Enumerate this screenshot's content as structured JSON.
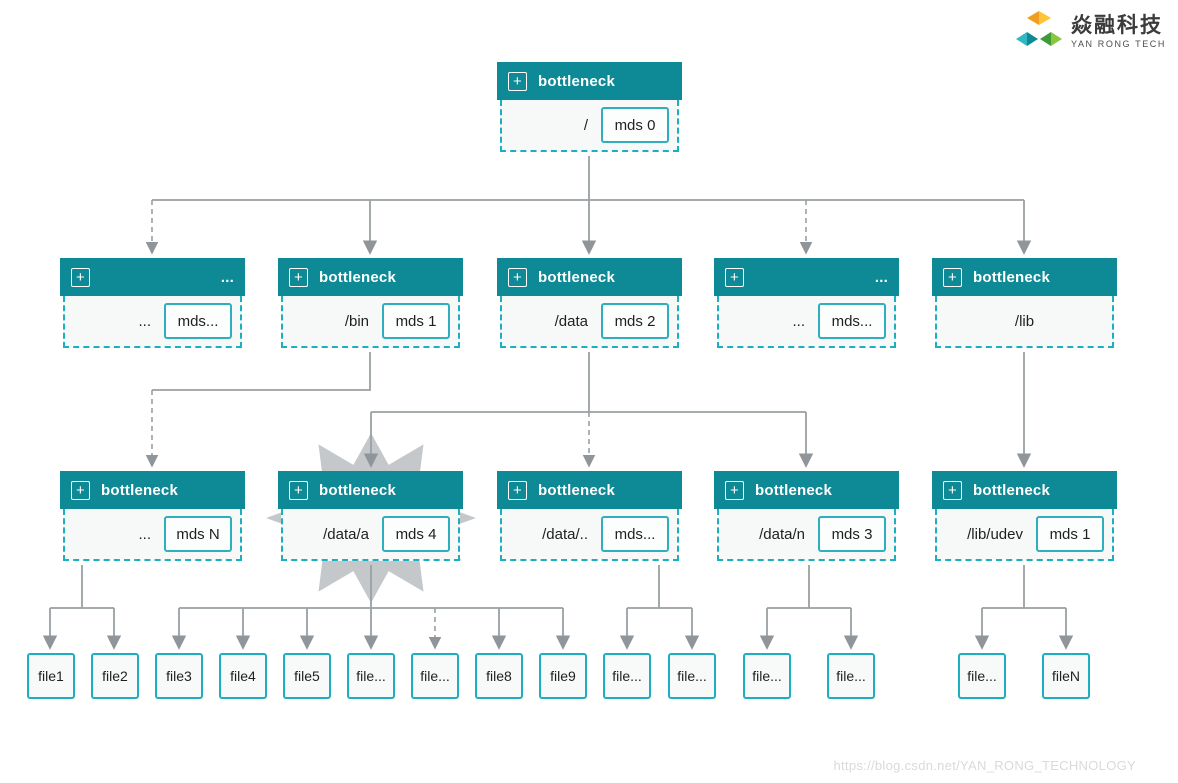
{
  "logo": {
    "title_cn": "焱融科技",
    "subtitle": "YAN RONG TECH"
  },
  "watermark": "https://blog.csdn.net/YAN_RONG_TECHNOLOGY",
  "ui": {
    "expand_glyph": "+"
  },
  "colors": {
    "header_teal": "#0E8A96",
    "dashed_cyan": "#1CAFC2",
    "mds_border": "#2FAEBD",
    "line_gray": "#9AA0A3",
    "starburst_gray": "#C5C8CB"
  },
  "nodes": {
    "root": {
      "title": "bottleneck",
      "path": "/",
      "mds": "mds 0"
    },
    "l2": [
      {
        "title": "...",
        "path": "...",
        "mds": "mds..."
      },
      {
        "title": "bottleneck",
        "path": "/bin",
        "mds": "mds 1"
      },
      {
        "title": "bottleneck",
        "path": "/data",
        "mds": "mds 2"
      },
      {
        "title": "...",
        "path": "...",
        "mds": "mds..."
      },
      {
        "title": "bottleneck",
        "path": "/lib",
        "mds": ""
      }
    ],
    "l3": [
      {
        "title": "bottleneck",
        "path": "...",
        "mds": "mds N"
      },
      {
        "title": "bottleneck",
        "path": "/data/a",
        "mds": "mds 4",
        "highlighted": true
      },
      {
        "title": "bottleneck",
        "path": "/data/..",
        "mds": "mds..."
      },
      {
        "title": "bottleneck",
        "path": "/data/n",
        "mds": "mds 3"
      },
      {
        "title": "bottleneck",
        "path": "/lib/udev",
        "mds": "mds 1"
      }
    ]
  },
  "files": [
    "file1",
    "file2",
    "file3",
    "file4",
    "file5",
    "file...",
    "file...",
    "file8",
    "file9",
    "file...",
    "file...",
    "file...",
    "file...",
    "file...",
    "fileN"
  ]
}
